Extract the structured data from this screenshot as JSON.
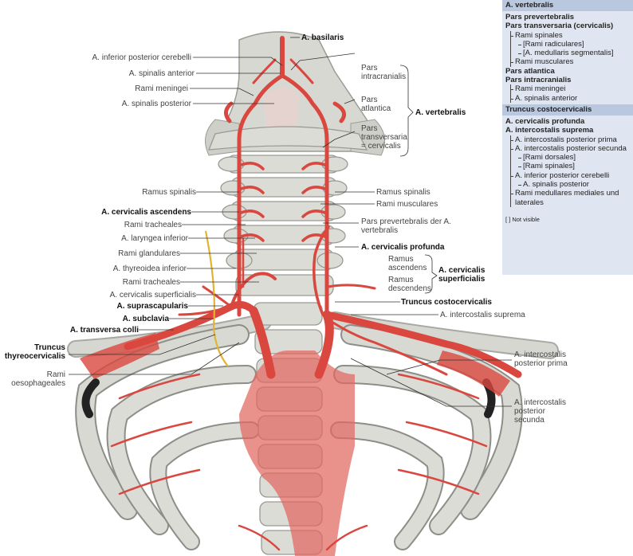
{
  "legend": {
    "vertebralis_title": "A. vertebralis",
    "vertebralis_items": [
      {
        "level": 0,
        "text": "Pars prevertebralis"
      },
      {
        "level": 0,
        "text": "Pars transversaria (cervicalis)"
      },
      {
        "level": 1,
        "text": "Rami spinales"
      },
      {
        "level": 2,
        "text": "[Rami radiculares]"
      },
      {
        "level": 2,
        "text": "[A. medullaris segmentalis]"
      },
      {
        "level": 1,
        "text": "Rami musculares"
      },
      {
        "level": 0,
        "text": "Pars atlantica"
      },
      {
        "level": 0,
        "text": "Pars intracranialis"
      },
      {
        "level": 1,
        "text": "Rami meningei"
      },
      {
        "level": 1,
        "text": "A. spinalis anterior"
      }
    ],
    "truncus_title": "Truncus costocervicalis",
    "truncus_items": [
      {
        "level": 0,
        "text": "A. cervicalis profunda"
      },
      {
        "level": 0,
        "text": "A. intercostalis suprema"
      },
      {
        "level": 1,
        "text": "A. intercostalis posterior prima"
      },
      {
        "level": 1,
        "text": "A. intercostalis posterior secunda"
      },
      {
        "level": 2,
        "text": "[Rami dorsales]"
      },
      {
        "level": 2,
        "text": "[Rami spinales]"
      },
      {
        "level": 1,
        "text": "A. inferior posterior cerebelli"
      },
      {
        "level": 2,
        "text": "A. spinalis posterior"
      },
      {
        "level": 1,
        "text": "Rami medullares mediales und laterales"
      }
    ],
    "note": "[ ] Not visible"
  },
  "labels": {
    "basilaris": "A. basilaris",
    "inf_post_cerebelli": "A. inferior posterior cerebelli",
    "spinalis_anterior": "A. spinalis anterior",
    "rami_meningei": "Rami meningei",
    "spinalis_posterior": "A. spinalis posterior",
    "pars_intracranialis": "Pars intracranialis",
    "pars_atlantica": "Pars atlantica",
    "pars_transversaria": "Pars transversaria = cervicalis",
    "a_vertebralis": "A. vertebralis",
    "ramus_spinalis_l": "Ramus spinalis",
    "cervicalis_ascendens": "A. cervicalis ascendens",
    "rami_tracheales_1": "Rami tracheales",
    "laryngea_inferior": "A. laryngea inferior",
    "rami_glandulares": "Rami glandulares",
    "thyroidea_inferior": "A. thyreoidea inferior",
    "rami_tracheales_2": "Rami tracheales",
    "cervicalis_superficialis_l": "A. cervicalis superficialis",
    "suprascapularis": "A. suprascapularis",
    "subclavia": "A. subclavia",
    "transversa_colli": "A. transversa colli",
    "truncus_thyreo": "Truncus thyreocervicalis",
    "rami_oesophageales": "Rami oesophageales",
    "ramus_spinalis_r": "Ramus spinalis",
    "rami_musculares": "Rami musculares",
    "pars_prevertebralis": "Pars prevertebralis der A. vertebralis",
    "cervicalis_profunda": "A. cervicalis profunda",
    "ramus_ascendens": "Ramus ascendens",
    "ramus_descendens": "Ramus descendens",
    "cervicalis_superficialis_r": "A. cervicalis superficialis",
    "truncus_costo": "Truncus costocervicalis",
    "intercostalis_suprema": "A. intercostalis suprema",
    "intercostalis_prima": "A. intercostalis posterior prima",
    "intercostalis_secunda": "A. intercostalis posterior secunda"
  },
  "colors": {
    "artery": "#d9473f",
    "bone": "#d7d7d2",
    "bone_shadow": "#a9a9a3",
    "nerve": "#e0b531",
    "legend_bg": "#dfe6f1",
    "legend_header": "#b9c8df"
  }
}
